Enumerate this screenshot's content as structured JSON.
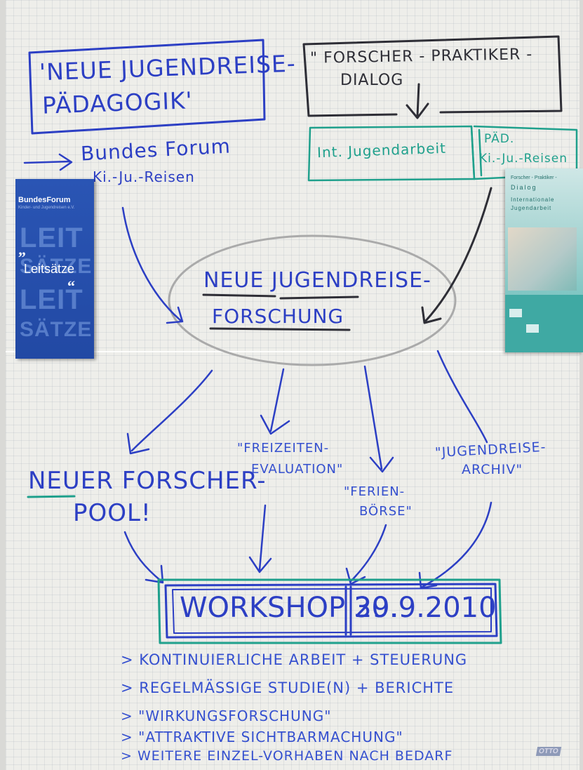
{
  "box_left": {
    "line1": "'NEUE JUGENDREISE-",
    "line2": "PÄDAGOGIK'"
  },
  "box_right": {
    "line1": "\" FORSCHER - PRAKTIKER -",
    "line2": "DIALOG"
  },
  "left_note": {
    "line1": "Bundes Forum",
    "line2": "Ki.-Ju.-Reisen"
  },
  "teal_boxes": {
    "left": "Int. Jugendarbeit",
    "right_line1": "PÄD.",
    "right_line2": "Ki.-Ju.-Reisen"
  },
  "center": {
    "line1": "NEUE JUGENDREISE-",
    "line2": "FORSCHUNG"
  },
  "branches": {
    "pool_line1": "NEUER FORSCHER-",
    "pool_line2": "POOL!",
    "freizeiten_line1": "\"FREIZEITEN-",
    "freizeiten_line2": "EVALUATION\"",
    "ferien_line1": "\"FERIEN-",
    "ferien_line2": "BÖRSE\"",
    "archiv_line1": "\"JUGENDREISE-",
    "archiv_line2": "ARCHIV\""
  },
  "workshop": {
    "label_a": "WORKSHOP 29.",
    "label_b": "30.9.2010"
  },
  "bullets": [
    "> KONTINUIERLICHE ARBEIT + STEUERUNG",
    "> REGELMÄSSIGE STUDIE(N) + BERICHTE",
    "> \"WIRKUNGSFORSCHUNG\"",
    "> \"ATTRAKTIVE SICHTBARMACHUNG\"",
    "> WEITERE EINZEL-VORHABEN NACH BEDARF"
  ],
  "booklet_blue": {
    "title": "BundesForum",
    "subtitle": "Kinder- und Jugendreisen e.V.",
    "label": "Leitsätze",
    "bg_lines": [
      "LEIT",
      "SÄTZE",
      "LEIT",
      "SÄTZE"
    ]
  },
  "booklet_teal": {
    "lines": [
      "Forscher - Praktiker -",
      "Dialog",
      "Internationale",
      "Jugendarbeit"
    ]
  },
  "pad_brand": "OTTO",
  "colors": {
    "marker_blue": "#2c3fc4",
    "marker_dark": "#2e2e36",
    "marker_teal": "#1fa08c",
    "paper": "#eeeeea"
  }
}
